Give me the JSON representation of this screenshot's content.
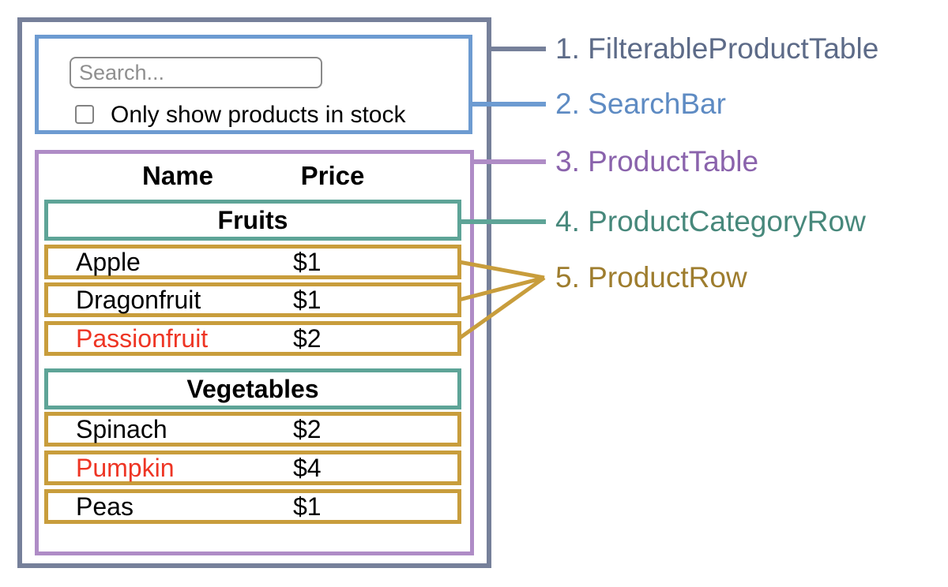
{
  "colors": {
    "outer_border": "#76809A",
    "searchbar_border": "#6D9BD1",
    "product_table_border": "#AF8CC6",
    "category_row_border": "#5EA497",
    "product_row_border": "#C89D3C",
    "label_filterable": "#5D6B88",
    "label_searchbar": "#5E8BC3",
    "label_product_table": "#8A63AC",
    "label_category_row": "#47887B",
    "label_product_row": "#9E7D2E",
    "out_of_stock_text": "#EE3524",
    "normal_text": "#000000"
  },
  "search_bar": {
    "input_placeholder": "Search...",
    "input_value": "",
    "checkbox_checked": false,
    "checkbox_label": "Only show products in stock"
  },
  "table": {
    "headers": {
      "name": "Name",
      "price": "Price"
    },
    "categories": [
      {
        "label": "Fruits",
        "products": [
          {
            "name": "Apple",
            "price": "$1",
            "red_name": false
          },
          {
            "name": "Dragonfruit",
            "price": "$1",
            "red_name": false
          },
          {
            "name": "Passionfruit",
            "price": "$2",
            "red_name": true
          }
        ]
      },
      {
        "label": "Vegetables",
        "products": [
          {
            "name": "Spinach",
            "price": "$2",
            "red_name": false
          },
          {
            "name": "Pumpkin",
            "price": "$4",
            "red_name": true
          },
          {
            "name": "Peas",
            "price": "$1",
            "red_name": false
          }
        ]
      }
    ]
  },
  "annotations": [
    {
      "label": "1. FilterableProductTable"
    },
    {
      "label": "2. SearchBar"
    },
    {
      "label": "3. ProductTable"
    },
    {
      "label": "4. ProductCategoryRow"
    },
    {
      "label": "5. ProductRow"
    }
  ]
}
